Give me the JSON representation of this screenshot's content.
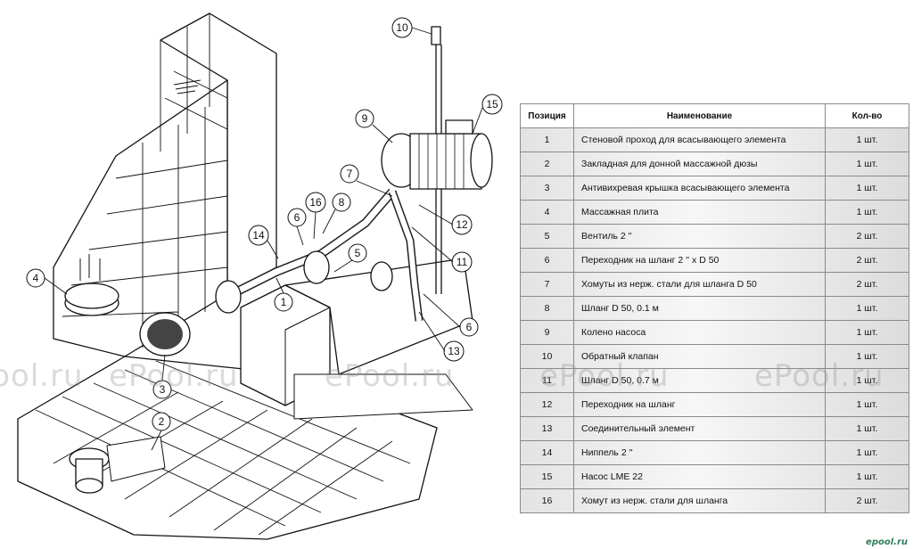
{
  "callouts": [
    "1",
    "2",
    "3",
    "4",
    "5",
    "6",
    "6",
    "7",
    "8",
    "9",
    "10",
    "11",
    "12",
    "13",
    "14",
    "15",
    "16"
  ],
  "table": {
    "headers": {
      "position": "Позиция",
      "name": "Наименование",
      "qty": "Кол-во"
    },
    "rows": [
      {
        "pos": "1",
        "name": "Стеновой проход для всасывающего элемента",
        "qty": "1 шт."
      },
      {
        "pos": "2",
        "name": "Закладная для донной массажной дюзы",
        "qty": "1 шт."
      },
      {
        "pos": "3",
        "name": "Антивихревая крышка всасывающего элемента",
        "qty": "1 шт."
      },
      {
        "pos": "4",
        "name": "Массажная плита",
        "qty": "1 шт."
      },
      {
        "pos": "5",
        "name": "Вентиль 2 ''",
        "qty": "2 шт."
      },
      {
        "pos": "6",
        "name": "Переходник на шланг 2 '' x D 50",
        "qty": "2 шт."
      },
      {
        "pos": "7",
        "name": "Хомуты из нерж. стали для шланга D 50",
        "qty": "2 шт."
      },
      {
        "pos": "8",
        "name": "Шланг D 50, 0.1 м",
        "qty": "1 шт."
      },
      {
        "pos": "9",
        "name": "Колено насоса",
        "qty": "1 шт."
      },
      {
        "pos": "10",
        "name": "Обратный клапан",
        "qty": "1 шт."
      },
      {
        "pos": "11",
        "name": "Шланг D 50, 0.7 м",
        "qty": "1 шт."
      },
      {
        "pos": "12",
        "name": "Переходник на шланг",
        "qty": "1 шт."
      },
      {
        "pos": "13",
        "name": "Соединительный элемент",
        "qty": "1 шт."
      },
      {
        "pos": "14",
        "name": "Ниппель 2 ''",
        "qty": "1 шт."
      },
      {
        "pos": "15",
        "name": "Насос LME 22",
        "qty": "1 шт."
      },
      {
        "pos": "16",
        "name": "Хомут из нерж. стали для шланга",
        "qty": "2 шт."
      }
    ]
  },
  "watermark": "ePool.ru",
  "footer_logo": "epool.ru"
}
